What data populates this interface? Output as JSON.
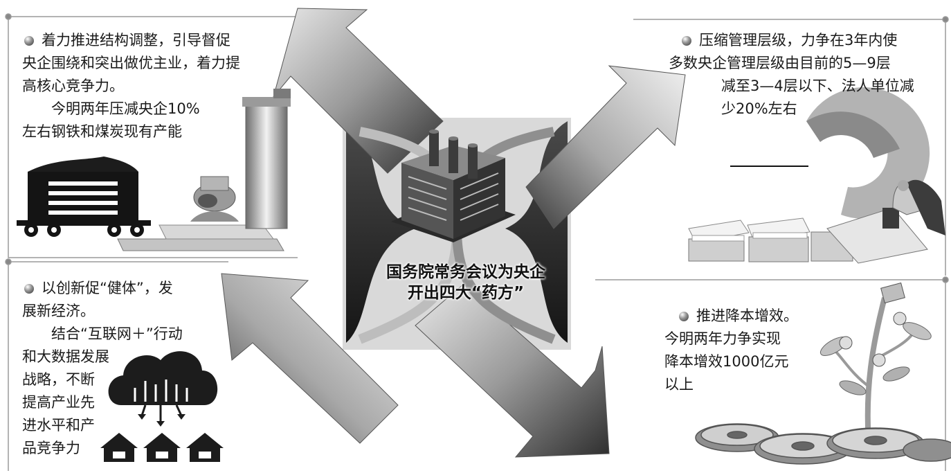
{
  "center": {
    "title_line1": "国务院常务会议为央企",
    "title_line2": "开出四大“药方”"
  },
  "top_left": {
    "line1": "着力推进结构调整，引导督促",
    "line2": "央企围绕和突出做优主业，着力提",
    "line3": "高核心竞争力。",
    "line4": "今明两年压减央企10%",
    "line5": "左右钢铁和煤炭现有产能"
  },
  "top_right": {
    "line1": "压缩管理层级，力争在3年内使",
    "line2": "多数央企管理层级由目前的5—9层",
    "line3": "减至3—4层以下、法人单位减",
    "line4": "少20%左右"
  },
  "bottom_left": {
    "line1": "以创新促“健体”，发",
    "line2": "展新经济。",
    "line3": "结合“互联网＋”行动",
    "line4": "和大数据发展",
    "line5": "战略，不断",
    "line6": "提高产业先",
    "line7": "进水平和产",
    "line8": "品竞争力"
  },
  "bottom_right": {
    "line1": "推进降本增效。",
    "line2": "今明两年力争实现",
    "line3": "降本增效1000亿元",
    "line4": "以上"
  },
  "icons": [
    "bullet-dot-icon",
    "coal-train-car-icon",
    "steel-mill-icon",
    "factory-building-icon",
    "donut-chart-icon",
    "document-stack-icon",
    "hand-stamp-icon",
    "cloud-data-icon",
    "house-icon",
    "money-tree-icon",
    "gear-icon"
  ],
  "colors": {
    "arrow_dark": "#3a3a3a",
    "arrow_light": "#cfcfcf",
    "text": "#1a1a1a"
  }
}
